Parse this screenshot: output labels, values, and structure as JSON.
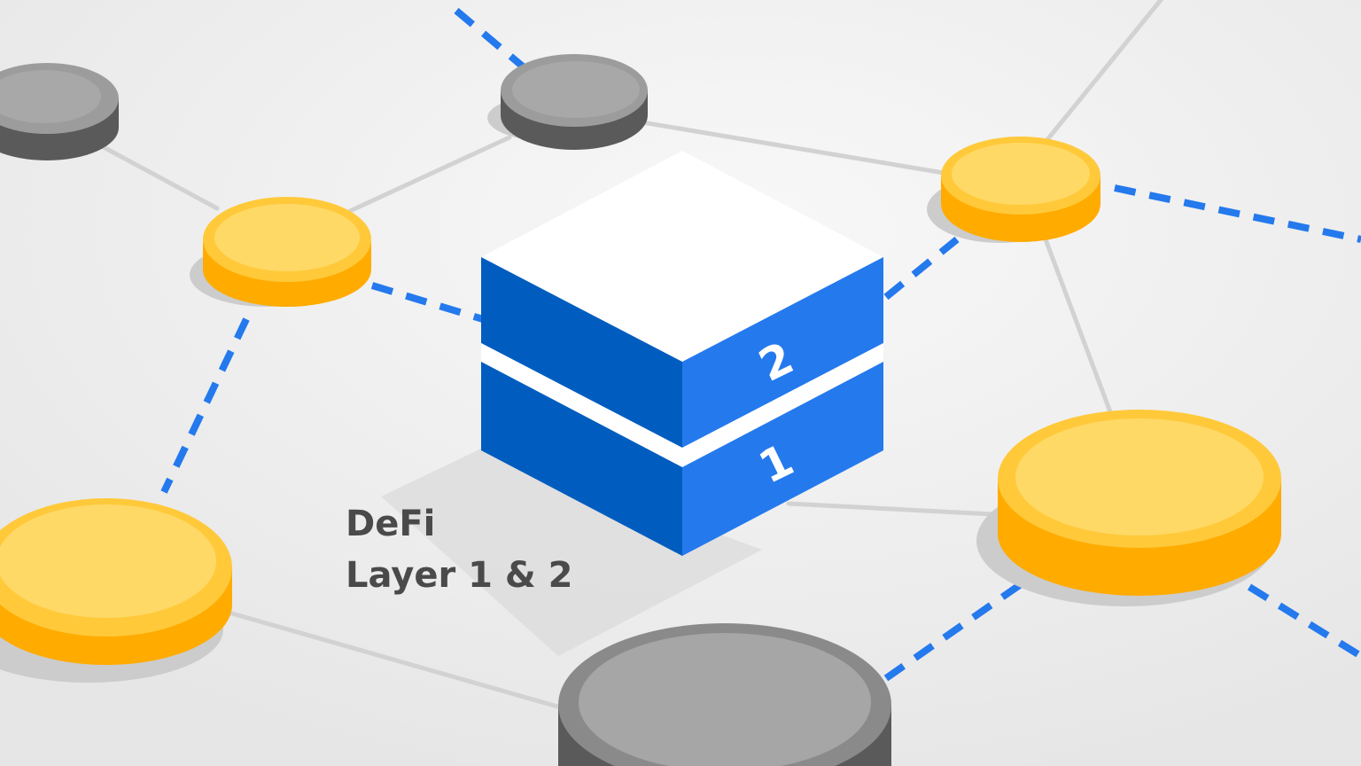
{
  "caption": {
    "line1": "DeFi",
    "line2": "Layer 1 & 2"
  },
  "block": {
    "top_label": "2",
    "bottom_label": "1"
  },
  "colors": {
    "background": "#ebebeb",
    "gold_top": "#ffd966",
    "gold_side": "#ffab00",
    "gray_top": "#a6a6a6",
    "gray_side": "#5a5a5a",
    "blue_left": "#005dbf",
    "blue_right": "#2479ed",
    "blue_top": "#ffffff",
    "dashed_link": "#2479ed",
    "solid_link": "#d2d2d2",
    "text": "#4a4a4a"
  },
  "nodes": [
    {
      "id": "gray-top-left",
      "type": "gray"
    },
    {
      "id": "gray-top-center",
      "type": "gray"
    },
    {
      "id": "gold-left",
      "type": "gold"
    },
    {
      "id": "gold-right",
      "type": "gold"
    },
    {
      "id": "gold-large-right",
      "type": "gold"
    },
    {
      "id": "gold-large-left",
      "type": "gold"
    },
    {
      "id": "gray-large-bottom",
      "type": "gray"
    }
  ],
  "links": [
    {
      "from": "gray-top-left",
      "to": "gold-left",
      "style": "solid"
    },
    {
      "from": "gold-left",
      "to": "gray-top-center",
      "style": "solid"
    },
    {
      "from": "gray-top-center",
      "to": "gold-right",
      "style": "solid"
    },
    {
      "from": "gold-right",
      "to": "gold-large-right",
      "style": "solid"
    },
    {
      "from": "gold-large-left",
      "to": "gray-large-bottom",
      "style": "solid"
    },
    {
      "from": "gold-left",
      "to": "block",
      "style": "dashed"
    },
    {
      "from": "block",
      "to": "gold-right",
      "style": "dashed"
    },
    {
      "from": "gold-left",
      "to": "gold-large-left",
      "style": "dashed"
    },
    {
      "from": "gray-large-bottom",
      "to": "gold-large-right",
      "style": "dashed"
    }
  ]
}
